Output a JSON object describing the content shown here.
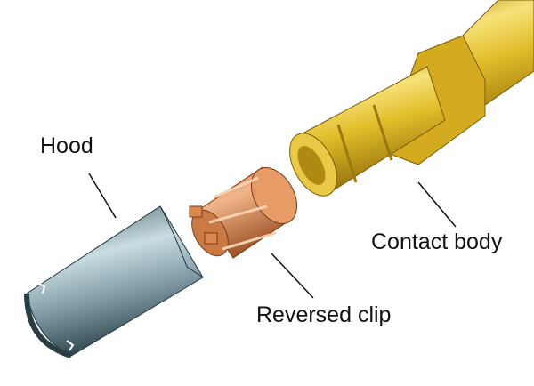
{
  "labels": {
    "hood": "Hood",
    "contact_body": "Contact body",
    "reversed_clip": "Reversed clip"
  },
  "colors": {
    "gold": "#d9b21c",
    "copper": "#d98a52",
    "steel": "#7e9aa3"
  }
}
